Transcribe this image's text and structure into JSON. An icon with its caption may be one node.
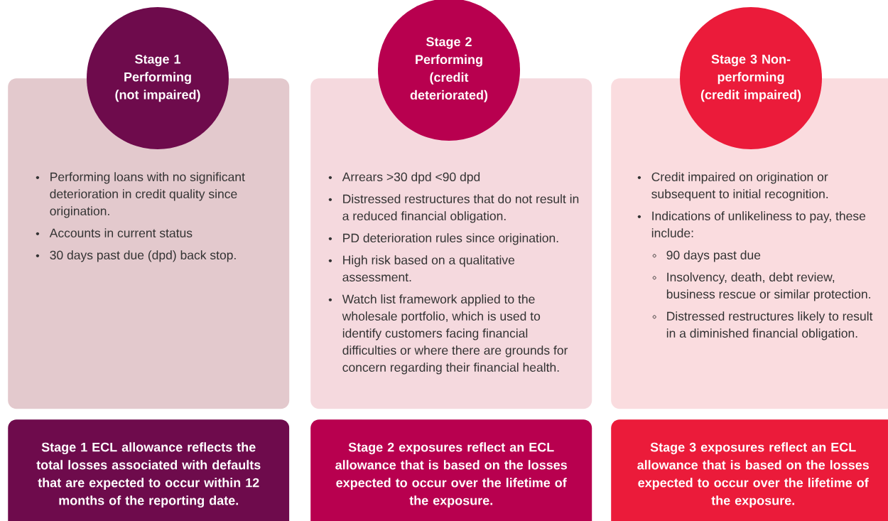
{
  "diagram": {
    "nodes": [
      {
        "text": [
          "Stage 1 Performing (not impaired)"
        ]
      },
      {
        "text": [
          "Performing loans with no significant deterioration in credit quality since origination.",
          "Accounts in current status",
          "30 days past due (dpd) back stop."
        ]
      },
      {
        "text": [
          "Stage 1 ECL allowance reflects the total losses associated with defaults that are expected to occur within 12 months of the reporting date."
        ]
      },
      {
        "text": [
          "Stage 2 Performing (credit deteriorated)"
        ]
      },
      {
        "text": [
          "Arrears >30 dpd <90 dpd",
          "Distressed restructures that do not result in a reduced financial obligation.",
          "PD deterioration rules since origination.",
          "High risk based on a qualitative assessment.",
          "Watch list framework applied to the wholesale portfolio, which is used to identify customers facing financial difficulties or where there are grounds for concern regarding their financial health."
        ]
      },
      {
        "text": [
          "Stage 2 exposures reflect an ECL allowance that is based on the losses expected to occur over the lifetime of the exposure."
        ]
      },
      {
        "text": [
          "Stage 3 Non-performing (credit impaired)"
        ]
      },
      {
        "text": [
          "Credit impaired on origination or subsequent to initial recognition.",
          "Indications of unlikeliness to pay, these include:",
          "90 days past due",
          "Insolvency, death, debt review, business rescue or similar protection.",
          "Distressed restructures likely to result in a diminished financial obligation."
        ]
      },
      {
        "text": [
          "Stage 3 exposures reflect an ECL allowance that is based on the losses expected to occur over the lifetime of the exposure."
        ]
      }
    ]
  }
}
